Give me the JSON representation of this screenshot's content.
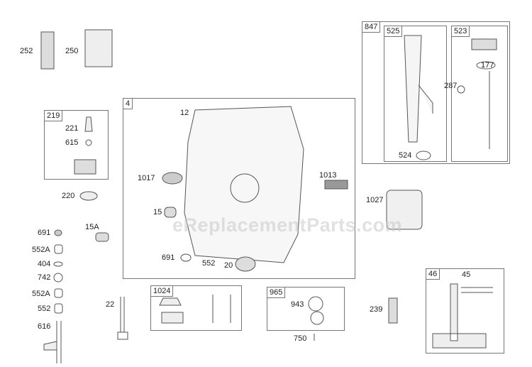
{
  "watermark": "eReplacementParts.com",
  "boxes": {
    "b4": "4",
    "b219": "219",
    "b847": "847",
    "b525": "525",
    "b523": "523",
    "b1024": "1024",
    "b965": "965",
    "b46": "46"
  },
  "labels": {
    "p252": "252",
    "p250": "250",
    "p221": "221",
    "p615": "615",
    "p220": "220",
    "p15A": "15A",
    "p691a": "691",
    "p552Aa": "552A",
    "p404": "404",
    "p742": "742",
    "p552Ab": "552A",
    "p552a": "552",
    "p616": "616",
    "p22": "22",
    "p12": "12",
    "p1017": "1017",
    "p15": "15",
    "p691b": "691",
    "p552b": "552",
    "p20": "20",
    "p1013": "1013",
    "p943": "943",
    "p750": "750",
    "p239": "239",
    "p45": "45",
    "p1027": "1027",
    "p177": "177",
    "p287": "287",
    "p524": "524"
  }
}
